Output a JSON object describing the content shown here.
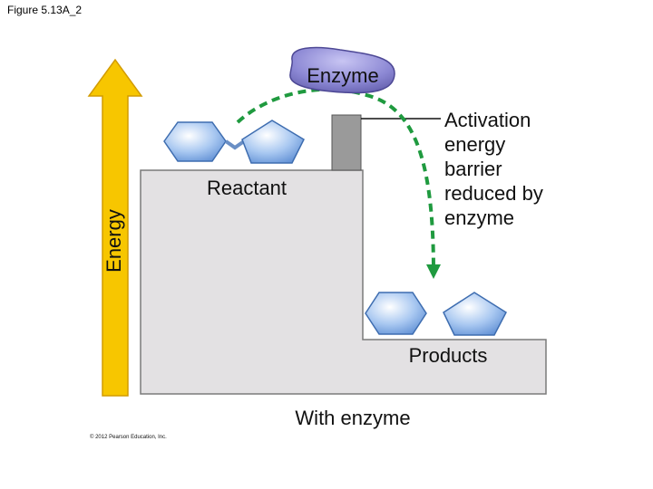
{
  "figure_label": "Figure 5.13A_2",
  "axis_label": "Energy",
  "enzyme_label": "Enzyme",
  "reactant_label": "Reactant",
  "barrier_label_lines": [
    "Activation",
    "energy",
    "barrier",
    "reduced by",
    "enzyme"
  ],
  "products_label": "Products",
  "caption": "With enzyme",
  "copyright": "© 2012 Pearson Education, Inc.",
  "colors": {
    "arrow_fill": "#f7c600",
    "platform_fill": "#e3e1e3",
    "platform_stroke": "#7a7a7a",
    "barrier_fill": "#9a9a9a",
    "enzyme_fill": "#8a86d0",
    "molecule_fill": "#8fb6e8",
    "molecule_stroke": "#3e6db0",
    "path_color": "#1f9a3f"
  }
}
